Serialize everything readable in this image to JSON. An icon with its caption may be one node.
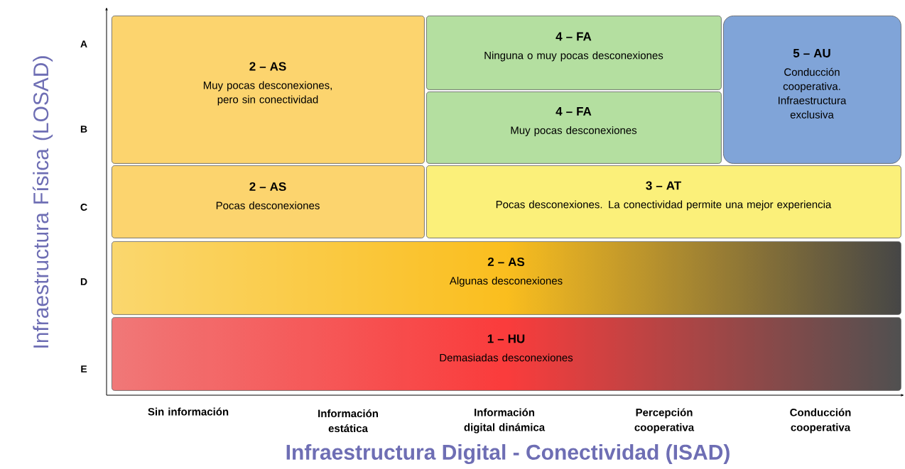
{
  "diagram": {
    "nodes": [
      {
        "text": [
          "2 – AS",
          "Muy pocas desconexiones, pero sin conectividad"
        ]
      },
      {
        "text": [
          "4 – FA",
          "Ninguna o muy pocas desconexiones"
        ]
      },
      {
        "text": [
          "4 – FA",
          "Muy pocas desconexiones"
        ]
      },
      {
        "text": [
          "5 – AU",
          "Conducción cooperativa. Infraestructura exclusiva"
        ]
      },
      {
        "text": [
          "2 – AS",
          "Pocas desconexiones"
        ]
      },
      {
        "text": [
          "3 – AT",
          "Pocas desconexiones. La conectividad permite una mejor experiencia"
        ]
      },
      {
        "text": [
          "2 – AS",
          "Algunas desconexiones"
        ]
      },
      {
        "text": [
          "1 – HU",
          "Demasiadas desconexiones"
        ]
      }
    ],
    "edges": [],
    "labels": [
      "A",
      "B",
      "C",
      "D",
      "E",
      "Infraestructura Física (LOSAD)",
      "Sin información",
      "Información estática",
      "Información digital dinámica",
      "Percepción cooperativa",
      "Conducción cooperativa",
      "Infraestructura Digital - Conectividad (ISAD)"
    ]
  }
}
